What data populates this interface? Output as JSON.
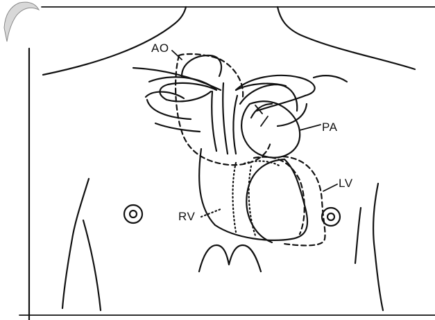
{
  "diagram": {
    "labels": {
      "ao": "AO",
      "pa": "PA",
      "lv": "LV",
      "rv": "RV"
    },
    "colors": {
      "ink": "#111111",
      "background": "#ffffff"
    }
  }
}
